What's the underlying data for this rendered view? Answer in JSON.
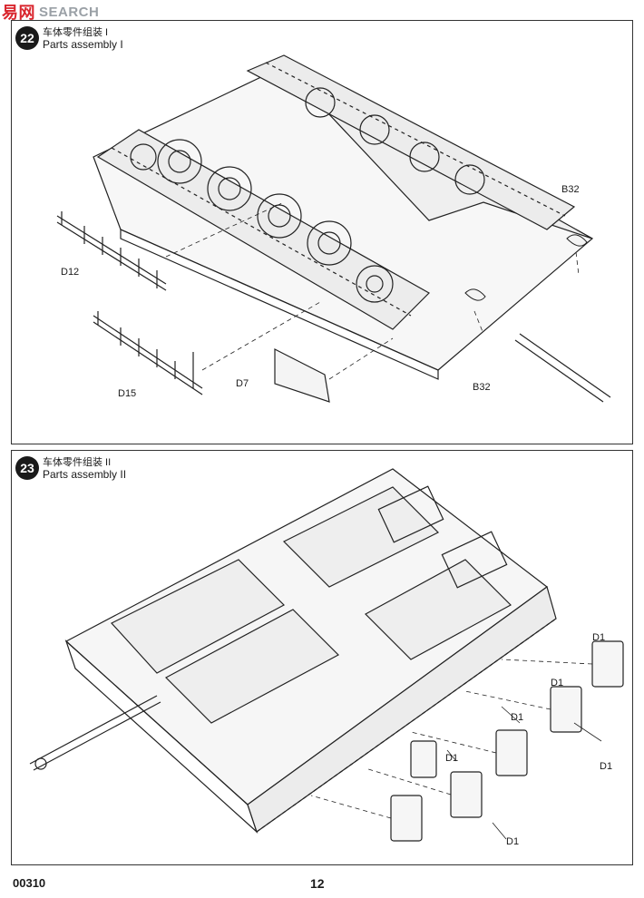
{
  "watermark": {
    "cn": "易网",
    "en": "SEARCH"
  },
  "steps": [
    {
      "number": "22",
      "title_cn": "车体零件组装 I",
      "title_en": "Parts assembly I",
      "callouts": [
        "D12",
        "D15",
        "D7",
        "B32",
        "B32"
      ]
    },
    {
      "number": "23",
      "title_cn": "车体零件组装 II",
      "title_en": "Parts assembly II",
      "callouts": [
        "D1",
        "D1",
        "D1",
        "D1",
        "D1",
        "D1"
      ]
    }
  ],
  "footer": {
    "code": "00310",
    "page": "12"
  }
}
